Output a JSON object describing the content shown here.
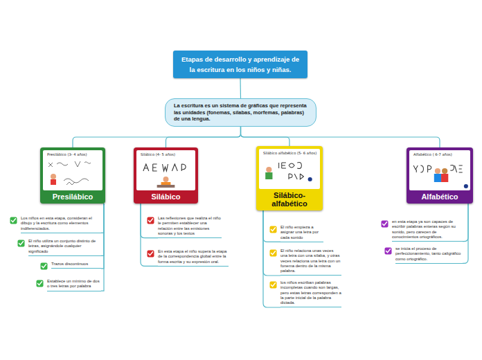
{
  "diagram": {
    "nodes": [
      {
        "text": [
          "Etapas de desarrollo y aprendizaje de la escritura en los niños y niñas."
        ]
      },
      {
        "text": [
          "La escritura es un sistema de gráficas que representa las unidades (fonemas, sílabas, morfemas, palabras) de una lengua."
        ]
      },
      {
        "text": [
          "Presilábico (3- 4 años)",
          "Presilábico"
        ]
      },
      {
        "text": [
          "Los niños en esta etapa, consideran el dibujo y la escritura como elementos indiferenciados."
        ]
      },
      {
        "text": [
          "El niño utiliza un conjunto distinto de letras, asignándole cualquier significado"
        ]
      },
      {
        "text": [
          "Trazos discontinuos"
        ]
      },
      {
        "text": [
          "Establece un mínimo de dos o tres letras por palabra"
        ]
      },
      {
        "text": [
          "Silábico (4- 5 años)",
          "Silábico"
        ]
      },
      {
        "text": [
          "Las reflexiones que realiza el niño le permiten establecer una relación entre las emisiones sonoras y los textos"
        ]
      },
      {
        "text": [
          "En esta etapa el niño supera la etapa de la correspondencia global entre la forma escrita y su expresión oral."
        ]
      },
      {
        "text": [
          "Silábico alfabético (5- 6 años)",
          "Silábico-alfabético"
        ]
      },
      {
        "text": [
          "El niño empieza a asignar una letra por cada sonido"
        ]
      },
      {
        "text": [
          "El niño relaciona unas veces una letra con una sílaba, y otras veces relaciona una letra con un fonema dentro de la misma palabra."
        ]
      },
      {
        "text": [
          "los niños escriban palabras incompletas cuando son largas, pero estas letras corresponden a la parte inicial de la palabra dictada."
        ]
      },
      {
        "text": [
          "Alfabético ( 6-7 años)",
          "Alfabético"
        ]
      },
      {
        "text": [
          "en esta etapa ya son capaces de escribir palabras enteras según su sonido, pero carecen de conocimientos ortográficos."
        ]
      },
      {
        "text": [
          "se inicia el proceso de perfeccionamiento, tanto caligráfico como ortográfico."
        ]
      }
    ],
    "edges": [
      {
        "from": 0,
        "to": 1,
        "arrow": "none"
      },
      {
        "from": 1,
        "to": 2,
        "arrow": "none"
      },
      {
        "from": 1,
        "to": 7,
        "arrow": "none"
      },
      {
        "from": 1,
        "to": 10,
        "arrow": "none"
      },
      {
        "from": 1,
        "to": 14,
        "arrow": "none"
      },
      {
        "from": 2,
        "to": 3,
        "arrow": "none"
      },
      {
        "from": 2,
        "to": 4,
        "arrow": "none"
      },
      {
        "from": 2,
        "to": 5,
        "arrow": "none"
      },
      {
        "from": 2,
        "to": 6,
        "arrow": "none"
      },
      {
        "from": 7,
        "to": 8,
        "arrow": "none"
      },
      {
        "from": 7,
        "to": 9,
        "arrow": "none"
      },
      {
        "from": 10,
        "to": 11,
        "arrow": "none"
      },
      {
        "from": 10,
        "to": 12,
        "arrow": "none"
      },
      {
        "from": 10,
        "to": 13,
        "arrow": "none"
      },
      {
        "from": 14,
        "to": 15,
        "arrow": "none"
      },
      {
        "from": 14,
        "to": 16,
        "arrow": "none"
      }
    ]
  }
}
